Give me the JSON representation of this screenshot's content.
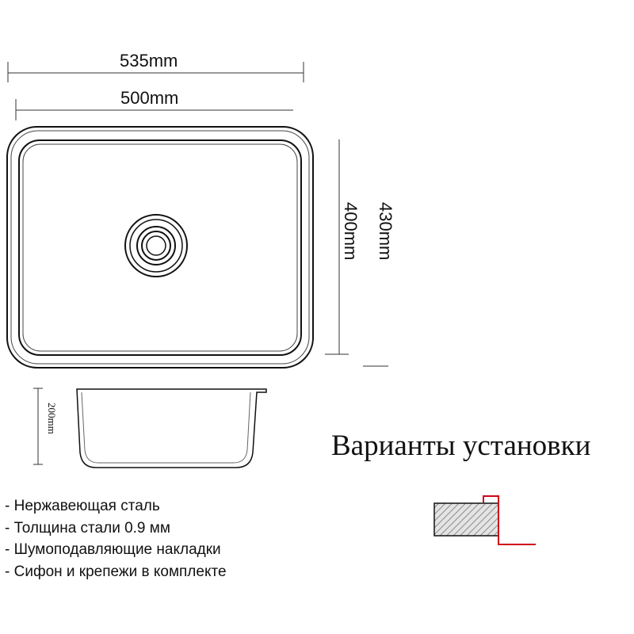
{
  "dimensions": {
    "outer_width": "535mm",
    "inner_width": "500mm",
    "inner_height": "400mm",
    "outer_height": "430mm",
    "depth": "200mm"
  },
  "installation": {
    "title": "Варианты установки"
  },
  "features": [
    "- Нержавеющая сталь",
    "- Толщина стали 0.9 мм",
    "- Шумоподавляющие накладки",
    "- Сифон и крепежи в комплекте"
  ],
  "colors": {
    "line": "#111111",
    "countertop_edge": "#d0021b",
    "hatch_fill": "#bdbdbd"
  }
}
